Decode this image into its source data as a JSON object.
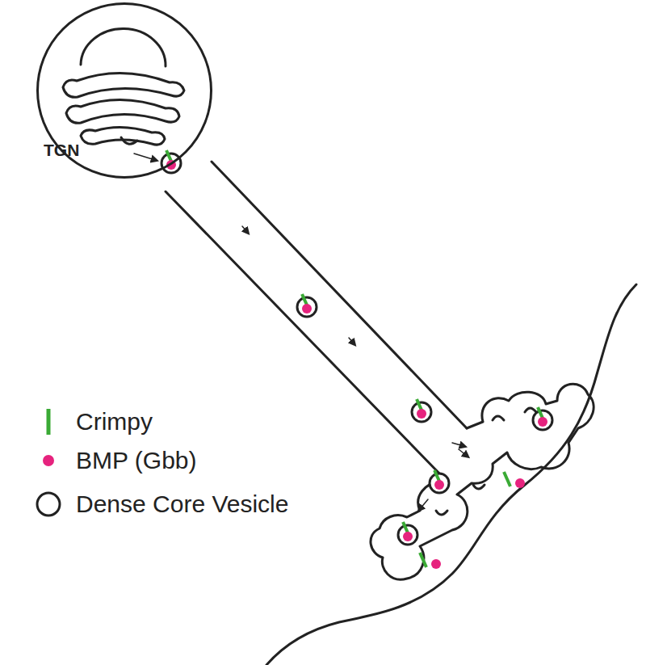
{
  "diagram": {
    "nodes": [
      {
        "text": [
          "TGN"
        ]
      }
    ],
    "legend": [
      {
        "text": "Crimpy"
      },
      {
        "text": "BMP (Gbb)"
      },
      {
        "text": "Dense Core Vesicle"
      }
    ]
  }
}
